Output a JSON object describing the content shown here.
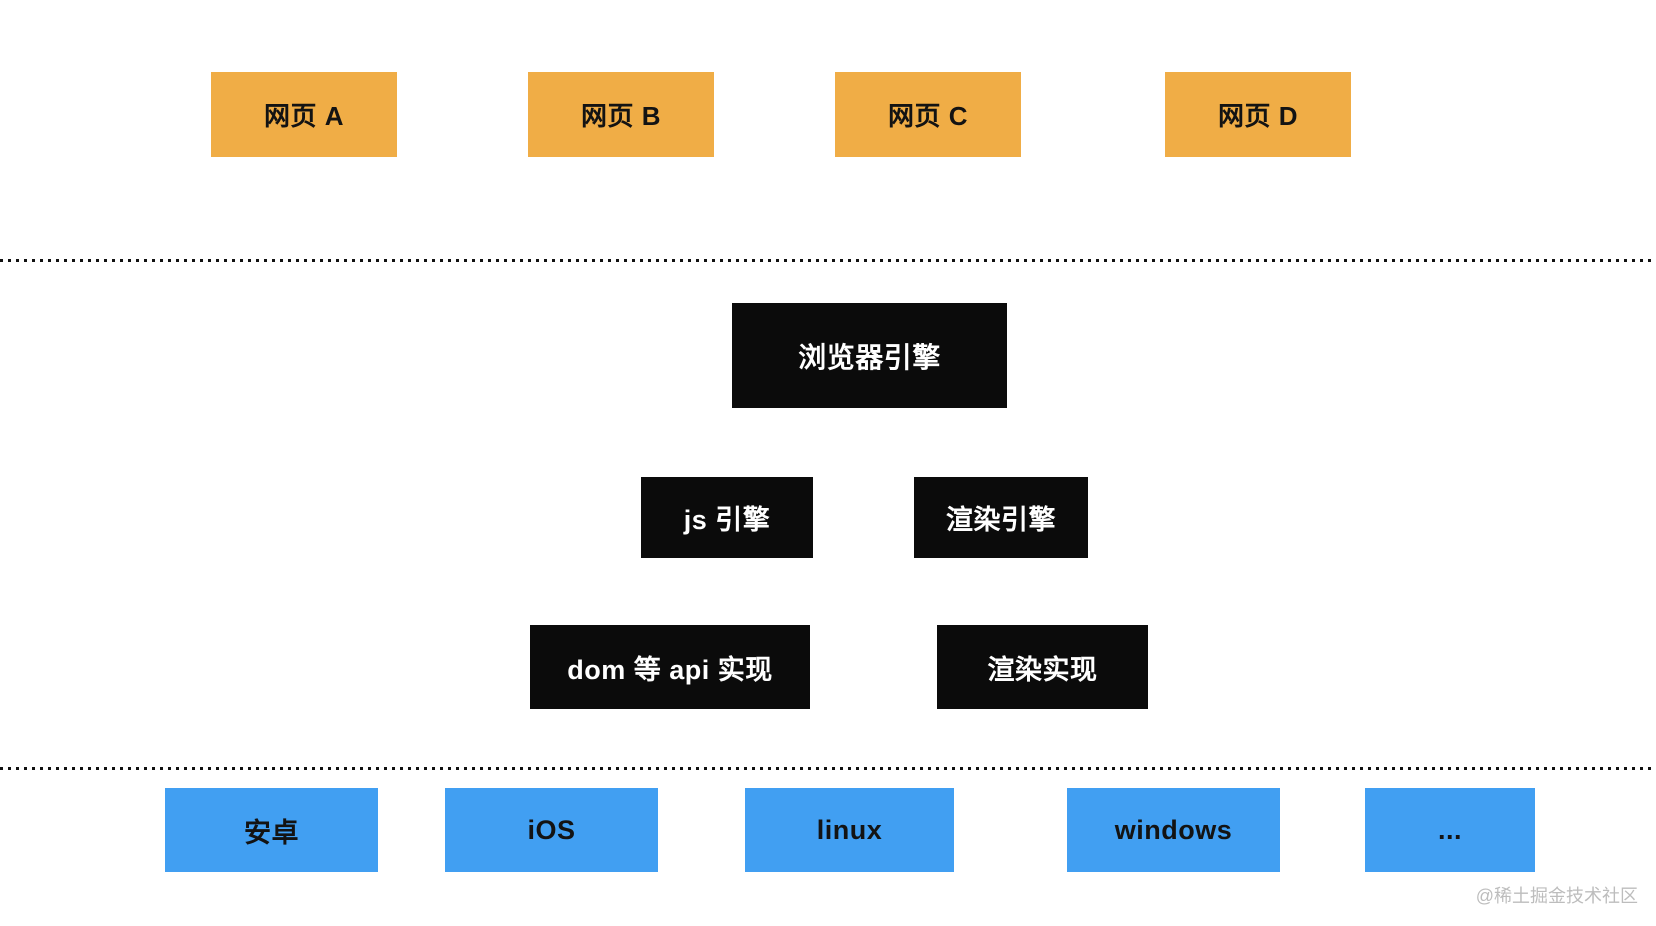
{
  "webpages": [
    {
      "label": "网页 A"
    },
    {
      "label": "网页 B"
    },
    {
      "label": "网页 C"
    },
    {
      "label": "网页 D"
    }
  ],
  "browser_engine": {
    "label": "浏览器引擎"
  },
  "engines": [
    {
      "label": "js 引擎"
    },
    {
      "label": "渲染引擎"
    }
  ],
  "implementations": [
    {
      "label": "dom 等 api 实现"
    },
    {
      "label": "渲染实现"
    }
  ],
  "platforms": [
    {
      "label": "安卓"
    },
    {
      "label": "iOS"
    },
    {
      "label": "linux"
    },
    {
      "label": "windows"
    },
    {
      "label": "..."
    }
  ],
  "watermark": {
    "label": "@稀土掘金技术社区"
  },
  "colors": {
    "background": "#FFFFFF",
    "webpage_box": "#F0AD46",
    "engine_box": "#0B0B0B",
    "engine_text": "#FFFFFF",
    "platform_box": "#419FF2",
    "box_text": "#131313",
    "dotted_line": "#111111",
    "watermark_text": "#BDBDBD"
  }
}
